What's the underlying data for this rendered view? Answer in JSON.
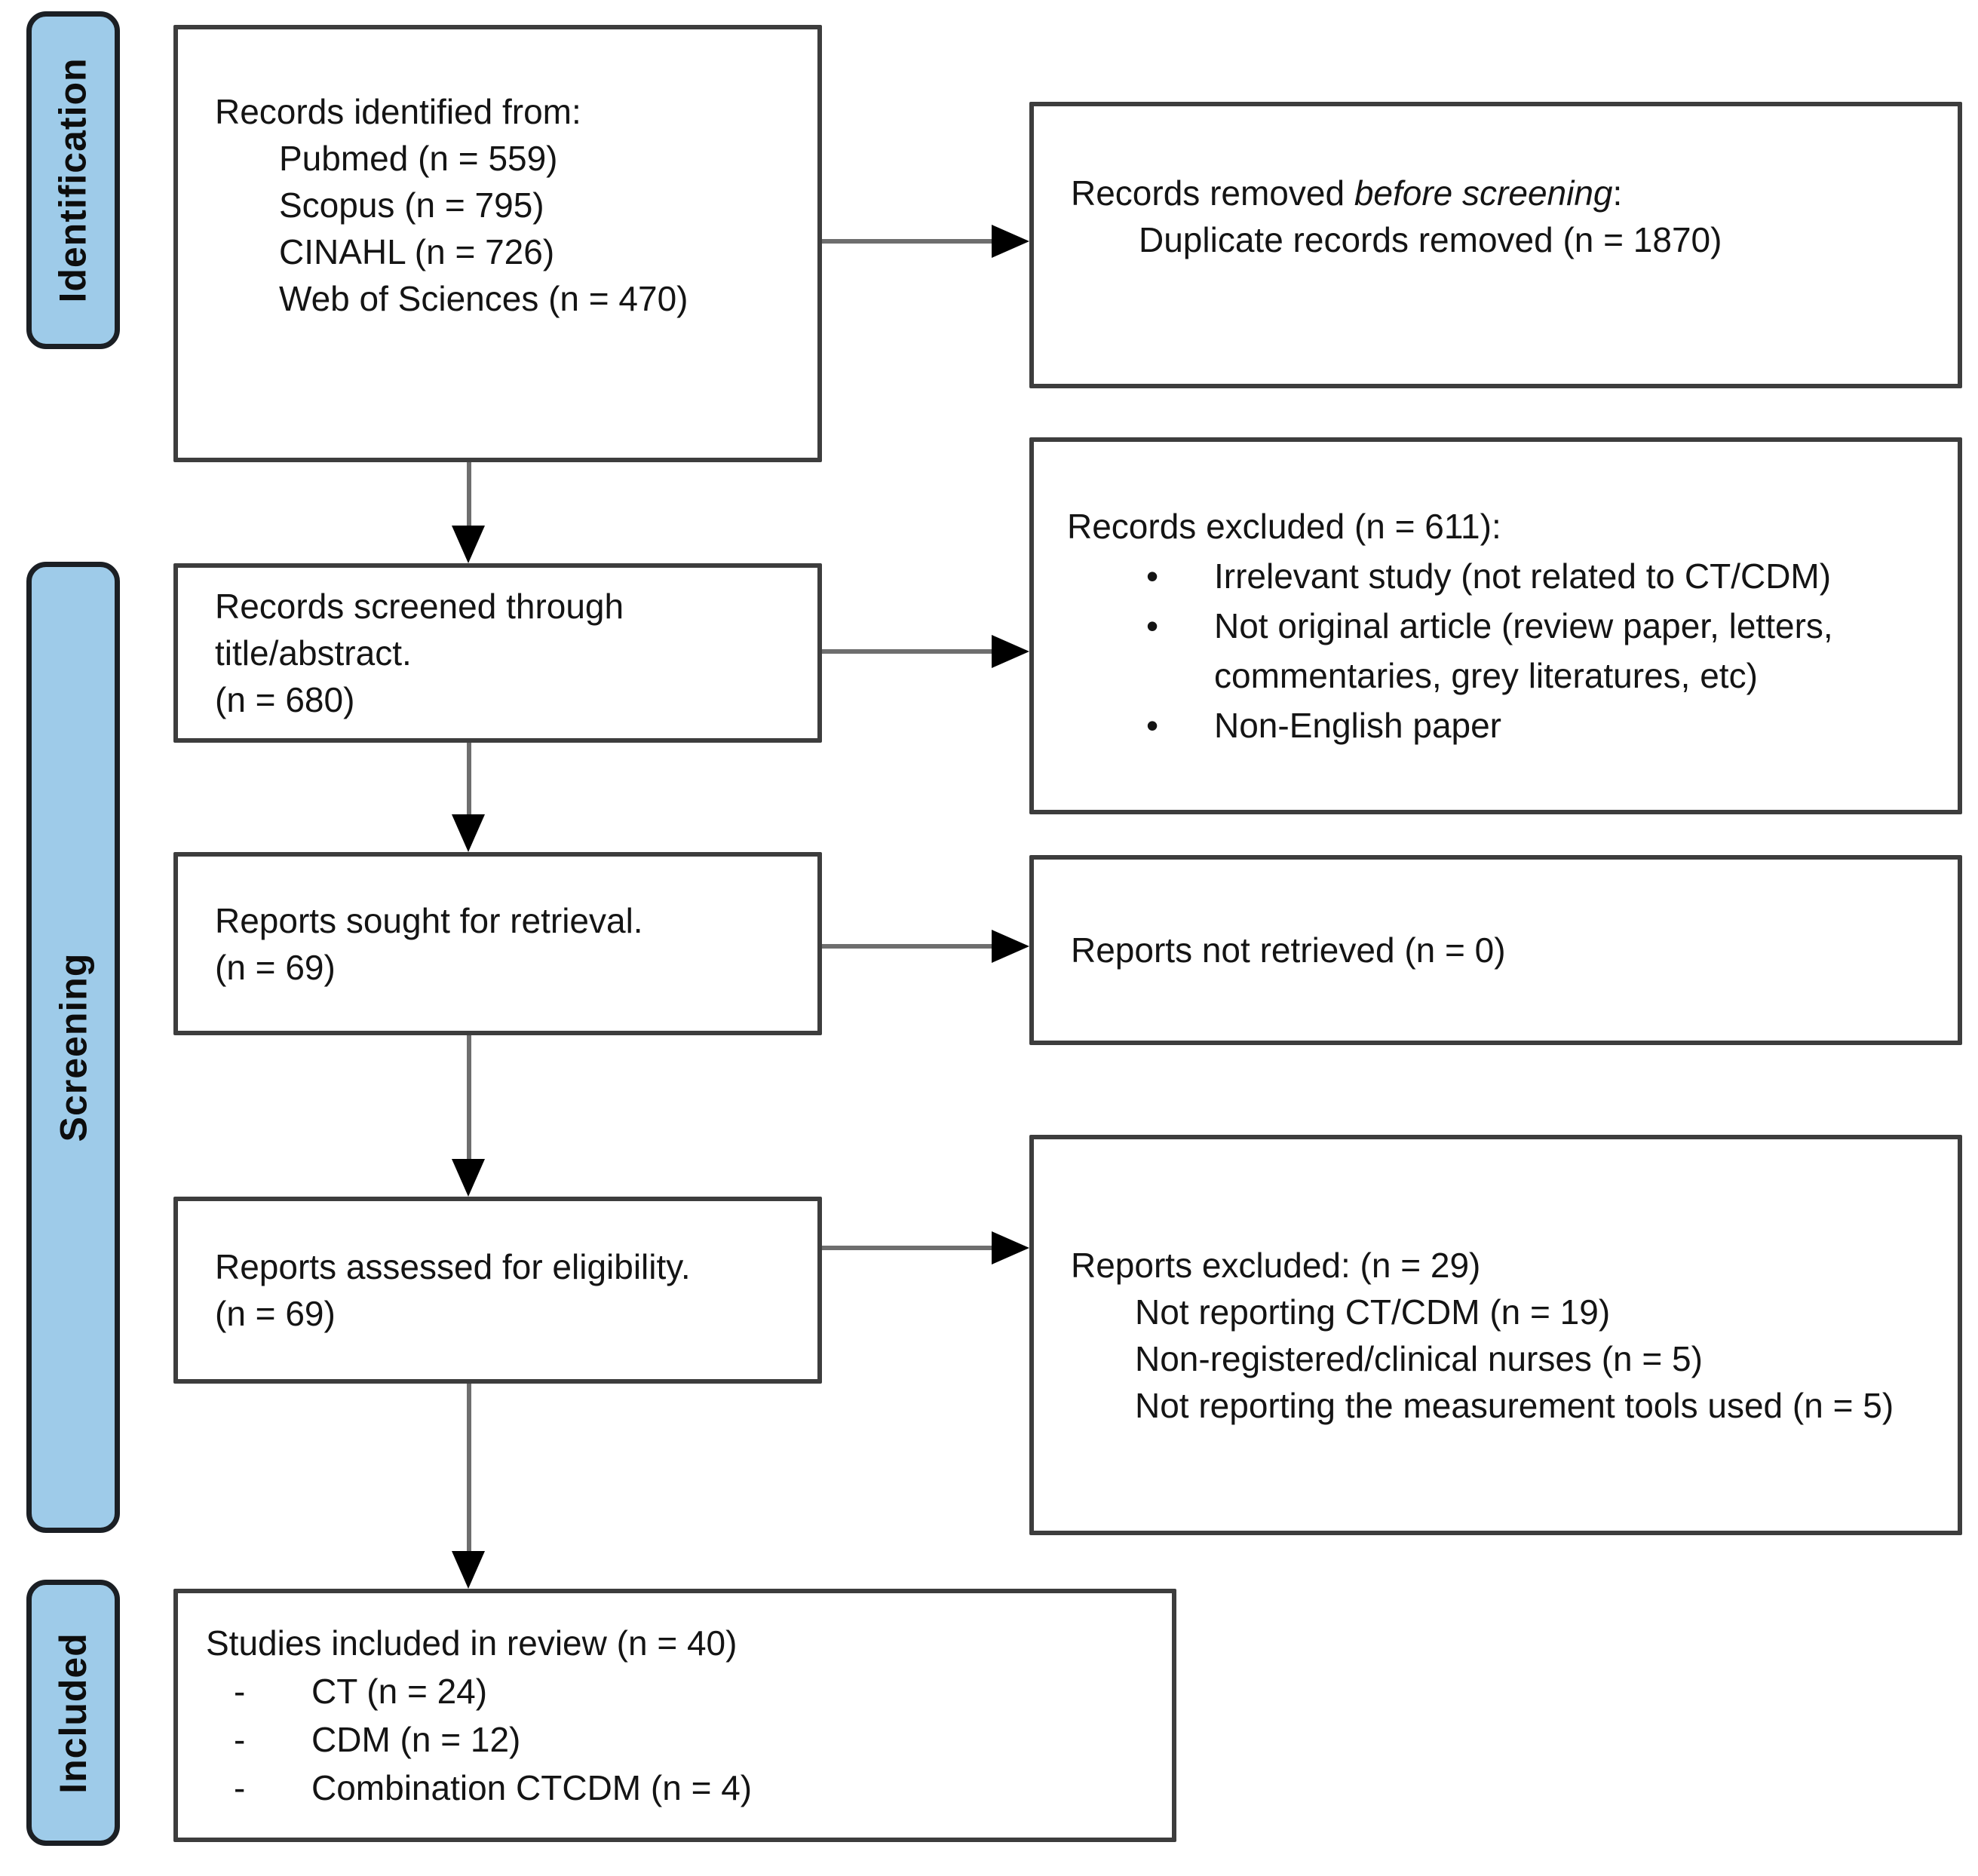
{
  "colors": {
    "stage_fill": "#9ecbe9",
    "stage_border": "#1b1f24",
    "box_border": "#3d3d3d",
    "arrow_shaft": "#6e6e6e",
    "arrow_head": "#000000",
    "text": "#141414"
  },
  "stages": {
    "identification": {
      "label": "Identification"
    },
    "screening": {
      "label": "Screening"
    },
    "included": {
      "label": "Included"
    }
  },
  "boxes": {
    "records_identified": {
      "title": "Records identified from:",
      "items": [
        "Pubmed (n = 559)",
        "Scopus (n = 795)",
        "CINAHL (n = 726)",
        "Web of Sciences (n = 470)"
      ]
    },
    "records_removed": {
      "title_prefix": "Records removed ",
      "title_italic": "before screening",
      "title_suffix": ":",
      "items": [
        "Duplicate records removed (n = 1870)"
      ]
    },
    "records_screened": {
      "lines": [
        "Records screened through",
        "title/abstract.",
        "(n = 680)"
      ]
    },
    "records_excluded": {
      "title": "Records excluded (n = 611):",
      "bullet_char": "•",
      "items": [
        "Irrelevant study (not related to CT/CDM)",
        "Not original article (review paper, letters, commentaries, grey literatures, etc)",
        "Non-English paper"
      ]
    },
    "reports_sought": {
      "lines": [
        "Reports sought for retrieval.",
        "(n = 69)"
      ]
    },
    "reports_not_retrieved": {
      "text": "Reports not retrieved (n = 0)"
    },
    "reports_assessed": {
      "lines": [
        "Reports assessed for eligibility.",
        "(n = 69)"
      ]
    },
    "reports_excluded": {
      "title": "Reports excluded: (n = 29)",
      "items": [
        "Not reporting CT/CDM (n = 19)",
        "Non-registered/clinical nurses (n = 5)",
        "Not reporting the measurement tools used (n = 5)"
      ]
    },
    "studies_included": {
      "title": "Studies included in review (n = 40)",
      "dash_char": "-",
      "items": [
        "CT (n = 24)",
        "CDM (n = 12)",
        "Combination CTCDM (n = 4)"
      ]
    }
  }
}
